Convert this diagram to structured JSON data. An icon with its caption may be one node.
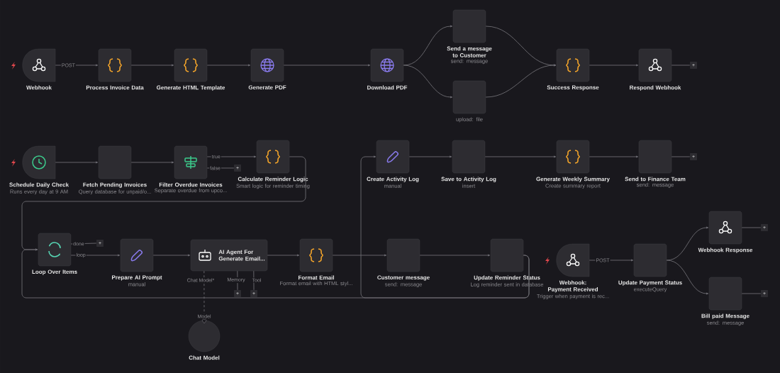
{
  "diagram": {
    "nodes": [
      {
        "text": [
          "Webhook"
        ]
      },
      {
        "text": [
          "Process Invoice Data"
        ]
      },
      {
        "text": [
          "Generate HTML Template"
        ]
      },
      {
        "text": [
          "Generate PDF"
        ]
      },
      {
        "text": [
          "Download PDF"
        ]
      },
      {
        "text": [
          "Send a message to Customer",
          "send: message"
        ]
      },
      {
        "text": [
          "upload: file"
        ]
      },
      {
        "text": [
          "Success Response"
        ]
      },
      {
        "text": [
          "Respond Webhook"
        ]
      },
      {
        "text": [
          "Schedule Daily Check",
          "Runs every day at 9 AM"
        ]
      },
      {
        "text": [
          "Fetch Pending Invoices",
          "Query database for unpaid/o..."
        ]
      },
      {
        "text": [
          "Filter Overdue Invoices",
          "Separate overdue from upco..."
        ]
      },
      {
        "text": [
          "Calculate Reminder Logic",
          "Smart logic for reminder timing"
        ]
      },
      {
        "text": [
          "Create Activity Log",
          "manual"
        ]
      },
      {
        "text": [
          "Save to Activity Log",
          "insert"
        ]
      },
      {
        "text": [
          "Generate Weekly Summary",
          "Create summary report"
        ]
      },
      {
        "text": [
          "Send to Finance Team",
          "send: message"
        ]
      },
      {
        "text": [
          "Loop Over Items"
        ]
      },
      {
        "text": [
          "Prepare AI Prompt",
          "manual"
        ]
      },
      {
        "text": [
          "AI Agent For Generate Email..."
        ]
      },
      {
        "text": [
          "Format Email",
          "Format email with HTML styl..."
        ]
      },
      {
        "text": [
          "Customer message",
          "send: message"
        ]
      },
      {
        "text": [
          "Update Reminder Status",
          "Log reminder sent in database"
        ]
      },
      {
        "text": [
          "Webhook: Payment Received",
          "Trigger when payment is rec..."
        ]
      },
      {
        "text": [
          "Update Payment Status",
          "executeQuery"
        ]
      },
      {
        "text": [
          "Webhook Response"
        ]
      },
      {
        "text": [
          "Bill paid Message",
          "send: message"
        ]
      },
      {
        "text": [
          "Chat Model"
        ]
      },
      {
        "text": [
          "+"
        ]
      },
      {
        "text": [
          "+"
        ]
      },
      {
        "text": [
          "+"
        ]
      },
      {
        "text": [
          "+"
        ]
      },
      {
        "text": [
          "+"
        ]
      },
      {
        "text": [
          "+"
        ]
      },
      {
        "text": [
          "+"
        ]
      },
      {
        "text": [
          "+"
        ]
      }
    ],
    "edges": [
      {
        "from": 0,
        "to": 1,
        "arrow": "to",
        "label": "POST"
      },
      {
        "from": 1,
        "to": 2,
        "arrow": "to"
      },
      {
        "from": 2,
        "to": 3,
        "arrow": "to"
      },
      {
        "from": 3,
        "to": 4,
        "arrow": "to"
      },
      {
        "from": 4,
        "to": 5,
        "arrow": "to"
      },
      {
        "from": 4,
        "to": 6,
        "arrow": "to"
      },
      {
        "from": 5,
        "to": 7,
        "arrow": "to"
      },
      {
        "from": 6,
        "to": 7,
        "arrow": "to"
      },
      {
        "from": 7,
        "to": 8,
        "arrow": "to"
      },
      {
        "from": 8,
        "to": 28,
        "arrow": "none"
      },
      {
        "from": 9,
        "to": 10,
        "arrow": "to"
      },
      {
        "from": 10,
        "to": 11,
        "arrow": "to"
      },
      {
        "from": 11,
        "to": 12,
        "arrow": "to",
        "label": "true"
      },
      {
        "from": 11,
        "to": 29,
        "arrow": "none",
        "label": "false"
      },
      {
        "from": 12,
        "to": 17,
        "arrow": "to"
      },
      {
        "from": 13,
        "to": 14,
        "arrow": "to"
      },
      {
        "from": 14,
        "to": 15,
        "arrow": "to"
      },
      {
        "from": 15,
        "to": 16,
        "arrow": "to"
      },
      {
        "from": 16,
        "to": 30,
        "arrow": "none"
      },
      {
        "from": 17,
        "to": 31,
        "arrow": "none",
        "label": "done"
      },
      {
        "from": 17,
        "to": 18,
        "arrow": "to",
        "label": "loop"
      },
      {
        "from": 18,
        "to": 19,
        "arrow": "to"
      },
      {
        "from": 19,
        "to": 20,
        "arrow": "to"
      },
      {
        "from": 20,
        "to": 21,
        "arrow": "to"
      },
      {
        "from": 21,
        "to": 22,
        "arrow": "to"
      },
      {
        "from": 22,
        "to": 17,
        "arrow": "to"
      },
      {
        "from": 22,
        "to": 13,
        "arrow": "to"
      },
      {
        "from": 19,
        "to": 27,
        "arrow": "none",
        "style": "dashed"
      },
      {
        "from": 19,
        "to": 32,
        "arrow": "none"
      },
      {
        "from": 19,
        "to": 33,
        "arrow": "none"
      },
      {
        "from": 23,
        "to": 24,
        "arrow": "to",
        "label": "POST"
      },
      {
        "from": 24,
        "to": 25,
        "arrow": "to"
      },
      {
        "from": 24,
        "to": 26,
        "arrow": "to"
      },
      {
        "from": 25,
        "to": 34,
        "arrow": "none"
      },
      {
        "from": 26,
        "to": 35,
        "arrow": "none"
      }
    ],
    "labels": [
      "Chat Model*",
      "Memory",
      "Tool",
      "Model"
    ]
  }
}
